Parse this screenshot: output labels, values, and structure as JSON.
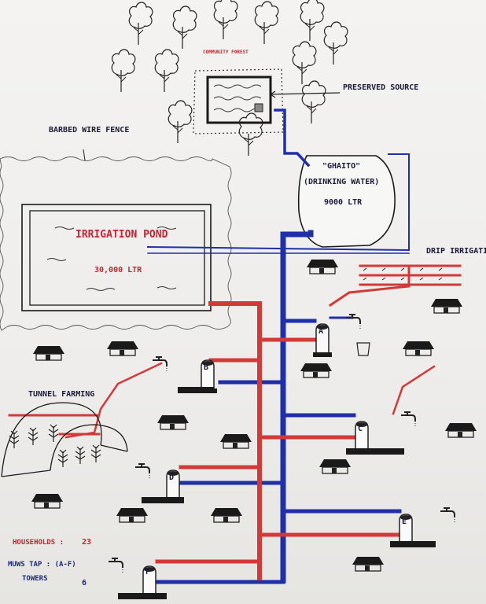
{
  "labels": {
    "community_forest": "COMMUNITY FOREST",
    "preserved_source": "PRESERVED SOURCE",
    "barbed_wire_fence": "BARBED WIRE FENCE",
    "ghaito_name": "\"GHAITO\"",
    "ghaito_purpose": "(DRINKING WATER)",
    "ghaito_capacity": "9000 LTR",
    "irrigation_pond": "IRRIGATION POND",
    "pond_capacity": "30,000 LTR",
    "drip_irrigation": "DRIP IRRIGATION",
    "tunnel_farming": "TUNNEL FARMING"
  },
  "taps": [
    "A",
    "B",
    "C",
    "D",
    "E",
    "F"
  ],
  "stats": {
    "households_label": "HOUSEHOLDS :",
    "households_value": "23",
    "muws_line1": "MUWS TAP : (A-F)",
    "muws_line2": "TOWERS",
    "towers_value": "6"
  },
  "colors": {
    "drinking_water_pipe": "#1f2fa8",
    "irrigation_pipe": "#d23a3a",
    "ink": "#1a1a1a",
    "label_red": "#c8242f"
  }
}
